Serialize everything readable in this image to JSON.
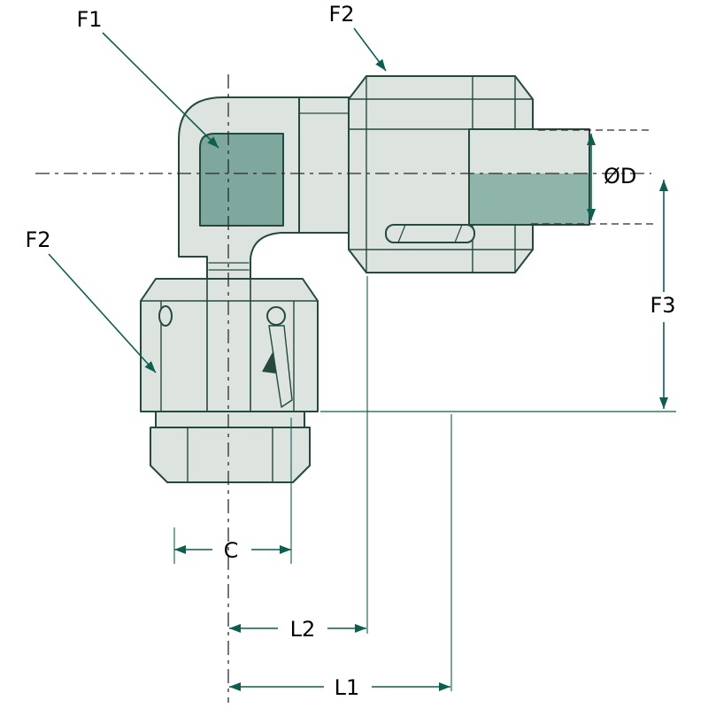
{
  "colors": {
    "background": "#ffffff",
    "outline": "#24493f",
    "body_fill": "#dde4e0",
    "section_fill": "#7ea79d",
    "tube_section_fill": "#8fb5ab",
    "dim": "#0b5f4e",
    "centerline": "#2b2b2b",
    "label": "#000000"
  },
  "labels": {
    "f1": "F1",
    "f2_top": "F2",
    "f2_left": "F2",
    "od": "ØD",
    "f3": "F3",
    "c": "C",
    "l2": "L2",
    "l1": "L1"
  }
}
